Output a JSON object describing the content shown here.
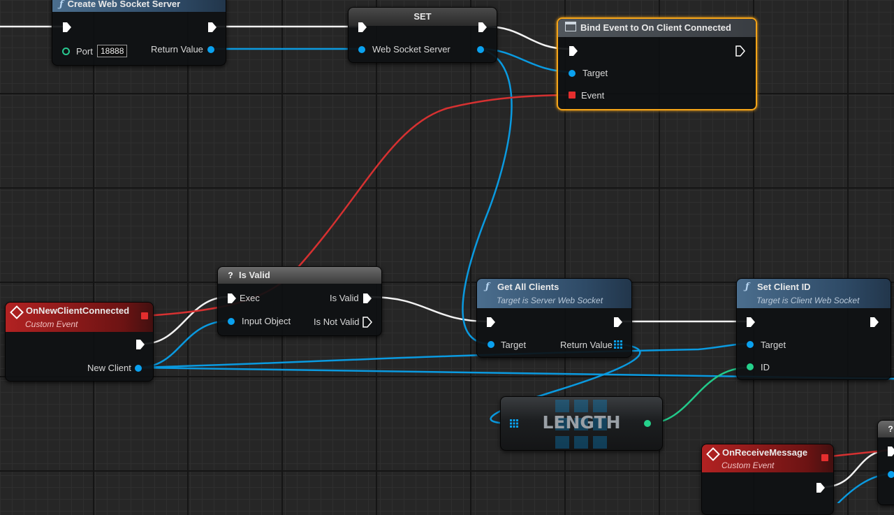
{
  "nodes": {
    "create_server": {
      "title": "Create Web Socket Server",
      "port_label": "Port",
      "port_value": "18888",
      "return_label": "Return Value"
    },
    "set_node": {
      "title": "SET",
      "pin_label": "Web Socket Server"
    },
    "bind_event": {
      "title": "Bind Event to On Client Connected",
      "target_label": "Target",
      "event_label": "Event"
    },
    "is_valid": {
      "title": "Is Valid",
      "exec_label": "Exec",
      "input_label": "Input Object",
      "valid_label": "Is Valid",
      "not_valid_label": "Is Not Valid"
    },
    "on_new_client": {
      "title": "OnNewClientConnected",
      "subtitle": "Custom Event",
      "new_client_label": "New Client"
    },
    "get_all_clients": {
      "title": "Get All Clients",
      "subtitle": "Target is Server Web Socket",
      "target_label": "Target",
      "return_label": "Return Value"
    },
    "set_client_id": {
      "title": "Set Client ID",
      "subtitle": "Target is Client Web Socket",
      "target_label": "Target",
      "id_label": "ID"
    },
    "length_node": {
      "title": "LENGTH"
    },
    "on_receive": {
      "title": "OnReceiveMessage",
      "subtitle": "Custom Event"
    }
  },
  "icons": [
    "function-icon",
    "macro-question-icon",
    "event-diamond-icon",
    "delegate-icon",
    "array-grid-icon"
  ],
  "colors": {
    "exec": "#ffffff",
    "object": "#0aa1ef",
    "integer": "#25d18b",
    "delegate": "#e52e2e",
    "selection": "#f5a418"
  }
}
